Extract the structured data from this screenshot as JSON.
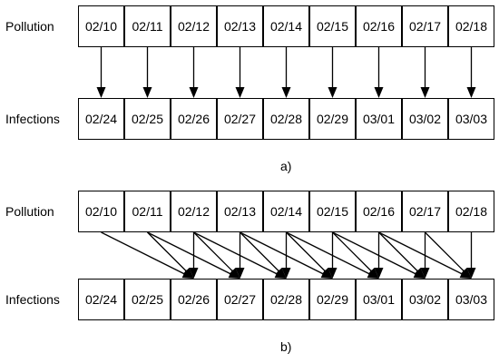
{
  "panels": [
    {
      "id": "a",
      "caption": "a)",
      "top_label": "Pollution",
      "bottom_label": "Infections",
      "top_dates": [
        "02/10",
        "02/11",
        "02/12",
        "02/13",
        "02/14",
        "02/15",
        "02/16",
        "02/17",
        "02/18"
      ],
      "bottom_dates": [
        "02/24",
        "02/25",
        "02/26",
        "02/27",
        "02/28",
        "02/29",
        "03/01",
        "03/02",
        "03/03"
      ],
      "edges": [
        [
          0,
          0
        ],
        [
          1,
          1
        ],
        [
          2,
          2
        ],
        [
          3,
          3
        ],
        [
          4,
          4
        ],
        [
          5,
          5
        ],
        [
          6,
          6
        ],
        [
          7,
          7
        ],
        [
          8,
          8
        ]
      ]
    },
    {
      "id": "b",
      "caption": "b)",
      "top_label": "Pollution",
      "bottom_label": "Infections",
      "top_dates": [
        "02/10",
        "02/11",
        "02/12",
        "02/13",
        "02/14",
        "02/15",
        "02/16",
        "02/17",
        "02/18"
      ],
      "bottom_dates": [
        "02/24",
        "02/25",
        "02/26",
        "02/27",
        "02/28",
        "02/29",
        "03/01",
        "03/02",
        "03/03"
      ],
      "edges": [
        [
          0,
          2
        ],
        [
          1,
          2
        ],
        [
          2,
          2
        ],
        [
          1,
          3
        ],
        [
          2,
          3
        ],
        [
          3,
          3
        ],
        [
          2,
          4
        ],
        [
          3,
          4
        ],
        [
          4,
          4
        ],
        [
          3,
          5
        ],
        [
          4,
          5
        ],
        [
          5,
          5
        ],
        [
          4,
          6
        ],
        [
          5,
          6
        ],
        [
          6,
          6
        ],
        [
          5,
          7
        ],
        [
          6,
          7
        ],
        [
          7,
          7
        ],
        [
          6,
          8
        ],
        [
          7,
          8
        ],
        [
          8,
          8
        ]
      ]
    }
  ]
}
